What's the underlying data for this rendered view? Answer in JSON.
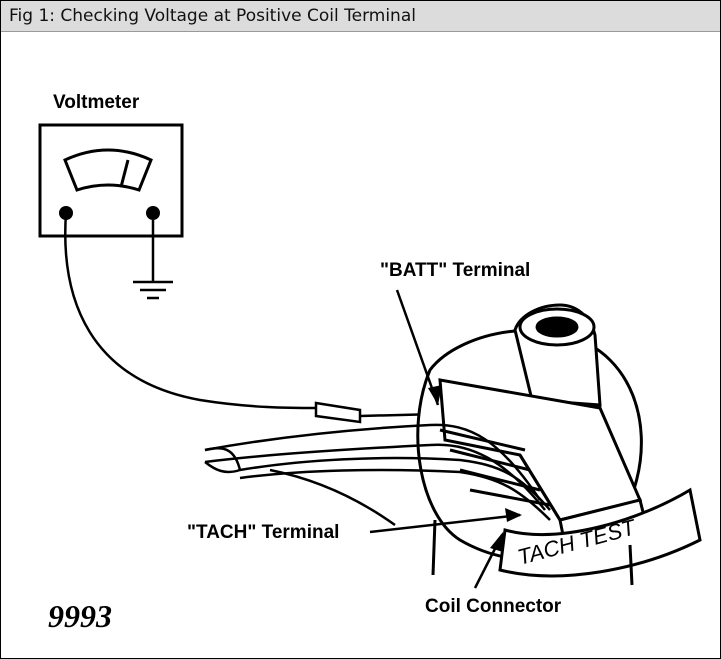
{
  "figure": {
    "caption": "Fig 1: Checking Voltage at Positive Coil Terminal"
  },
  "labels": {
    "voltmeter": "Voltmeter",
    "batt_terminal": "\"BATT\" Terminal",
    "tach_terminal": "\"TACH\" Terminal",
    "coil_connector": "Coil Connector",
    "tach_test": "TACH TEST",
    "figure_number": "9993"
  }
}
